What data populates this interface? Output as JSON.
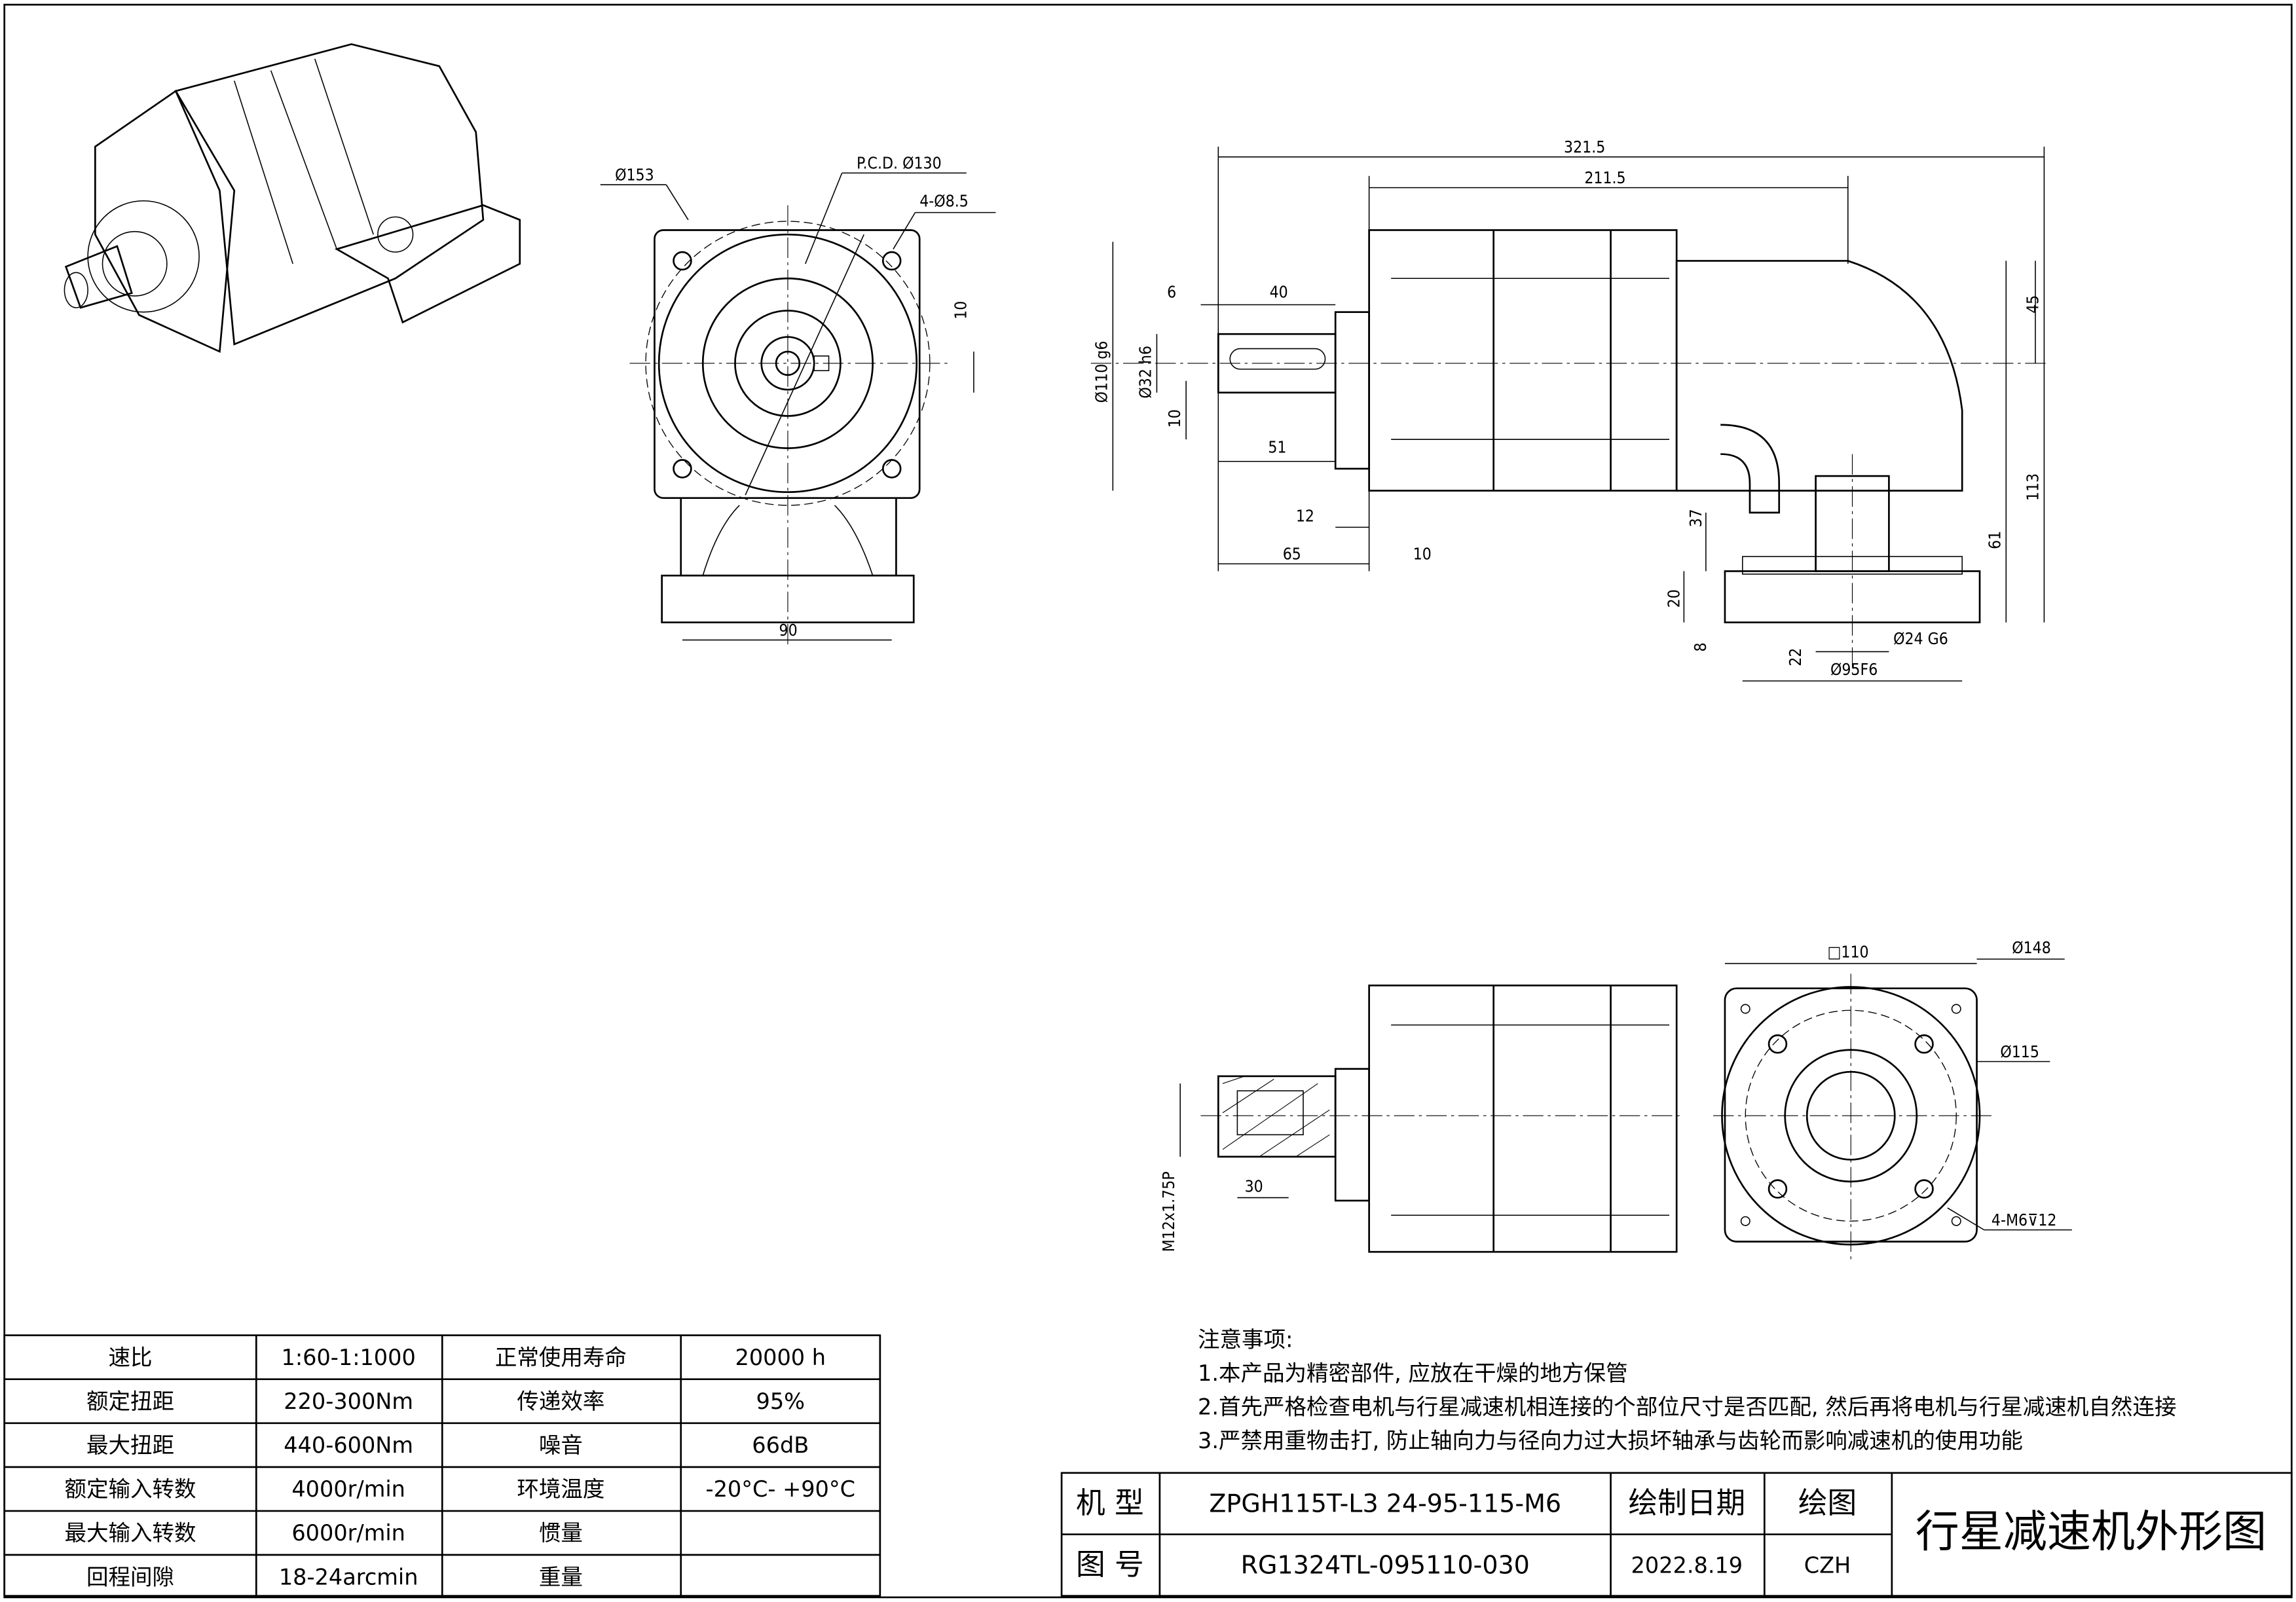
{
  "drawing_title": "行星减速机外形图",
  "front_view_dims": {
    "outer_dia": "Ø153",
    "pcd": "P.C.D. Ø130",
    "holes": "4-Ø8.5",
    "key": "10",
    "base_width": "90"
  },
  "side_view_dims": {
    "overall_length": "321.5",
    "body_length": "211.5",
    "shaft_offset": "6",
    "key_length": "40",
    "pilot_dia": "Ø110 g6",
    "shaft_dia": "Ø32 h6",
    "key_width": "10",
    "shaft_length": "51",
    "flange_thk": "12",
    "shaft_total": "65",
    "flange_step": "10",
    "top_height": "45",
    "center_height": "113",
    "base_height": "61",
    "bore_depth": "37",
    "base_thk": "20",
    "base_step": "8",
    "bore_offset": "22",
    "bore_dia": "Ø24 G6",
    "spigot_dia": "Ø95F6"
  },
  "bottom_view_dims": {
    "square": "□110",
    "outer_dia": "Ø148",
    "pcd": "Ø115",
    "tapped_holes": "4-M6⊽12",
    "thread": "M12x1.75P",
    "thread_depth": "30"
  },
  "spec_table": [
    [
      "速比",
      "1:60-1:1000",
      "正常使用寿命",
      "20000 h"
    ],
    [
      "额定扭距",
      "220-300Nm",
      "传递效率",
      "95%"
    ],
    [
      "最大扭距",
      "440-600Nm",
      "噪音",
      "66dB"
    ],
    [
      "额定输入转数",
      "4000r/min",
      "环境温度",
      "-20°C- +90°C"
    ],
    [
      "最大输入转数",
      "6000r/min",
      "惯量",
      ""
    ],
    [
      "回程间隙",
      "18-24arcmin",
      "重量",
      ""
    ]
  ],
  "notes": {
    "heading": "注意事项:",
    "items": [
      "1.本产品为精密部件, 应放在干燥的地方保管",
      "2.首先严格检查电机与行星减速机相连接的个部位尺寸是否匹配, 然后再将电机与行星减速机自然连接",
      "3.严禁用重物击打, 防止轴向力与径向力过大损坏轴承与齿轮而影响减速机的使用功能"
    ]
  },
  "title_block": {
    "model_label": "机 型",
    "model_value": "ZPGH115T-L3 24-95-115-M6",
    "date_label": "绘制日期",
    "drawer_label": "绘图",
    "drawing_no_label": "图 号",
    "drawing_no_value": "RG1324TL-095110-030",
    "date_value": "2022.8.19",
    "drawer_value": "CZH"
  }
}
